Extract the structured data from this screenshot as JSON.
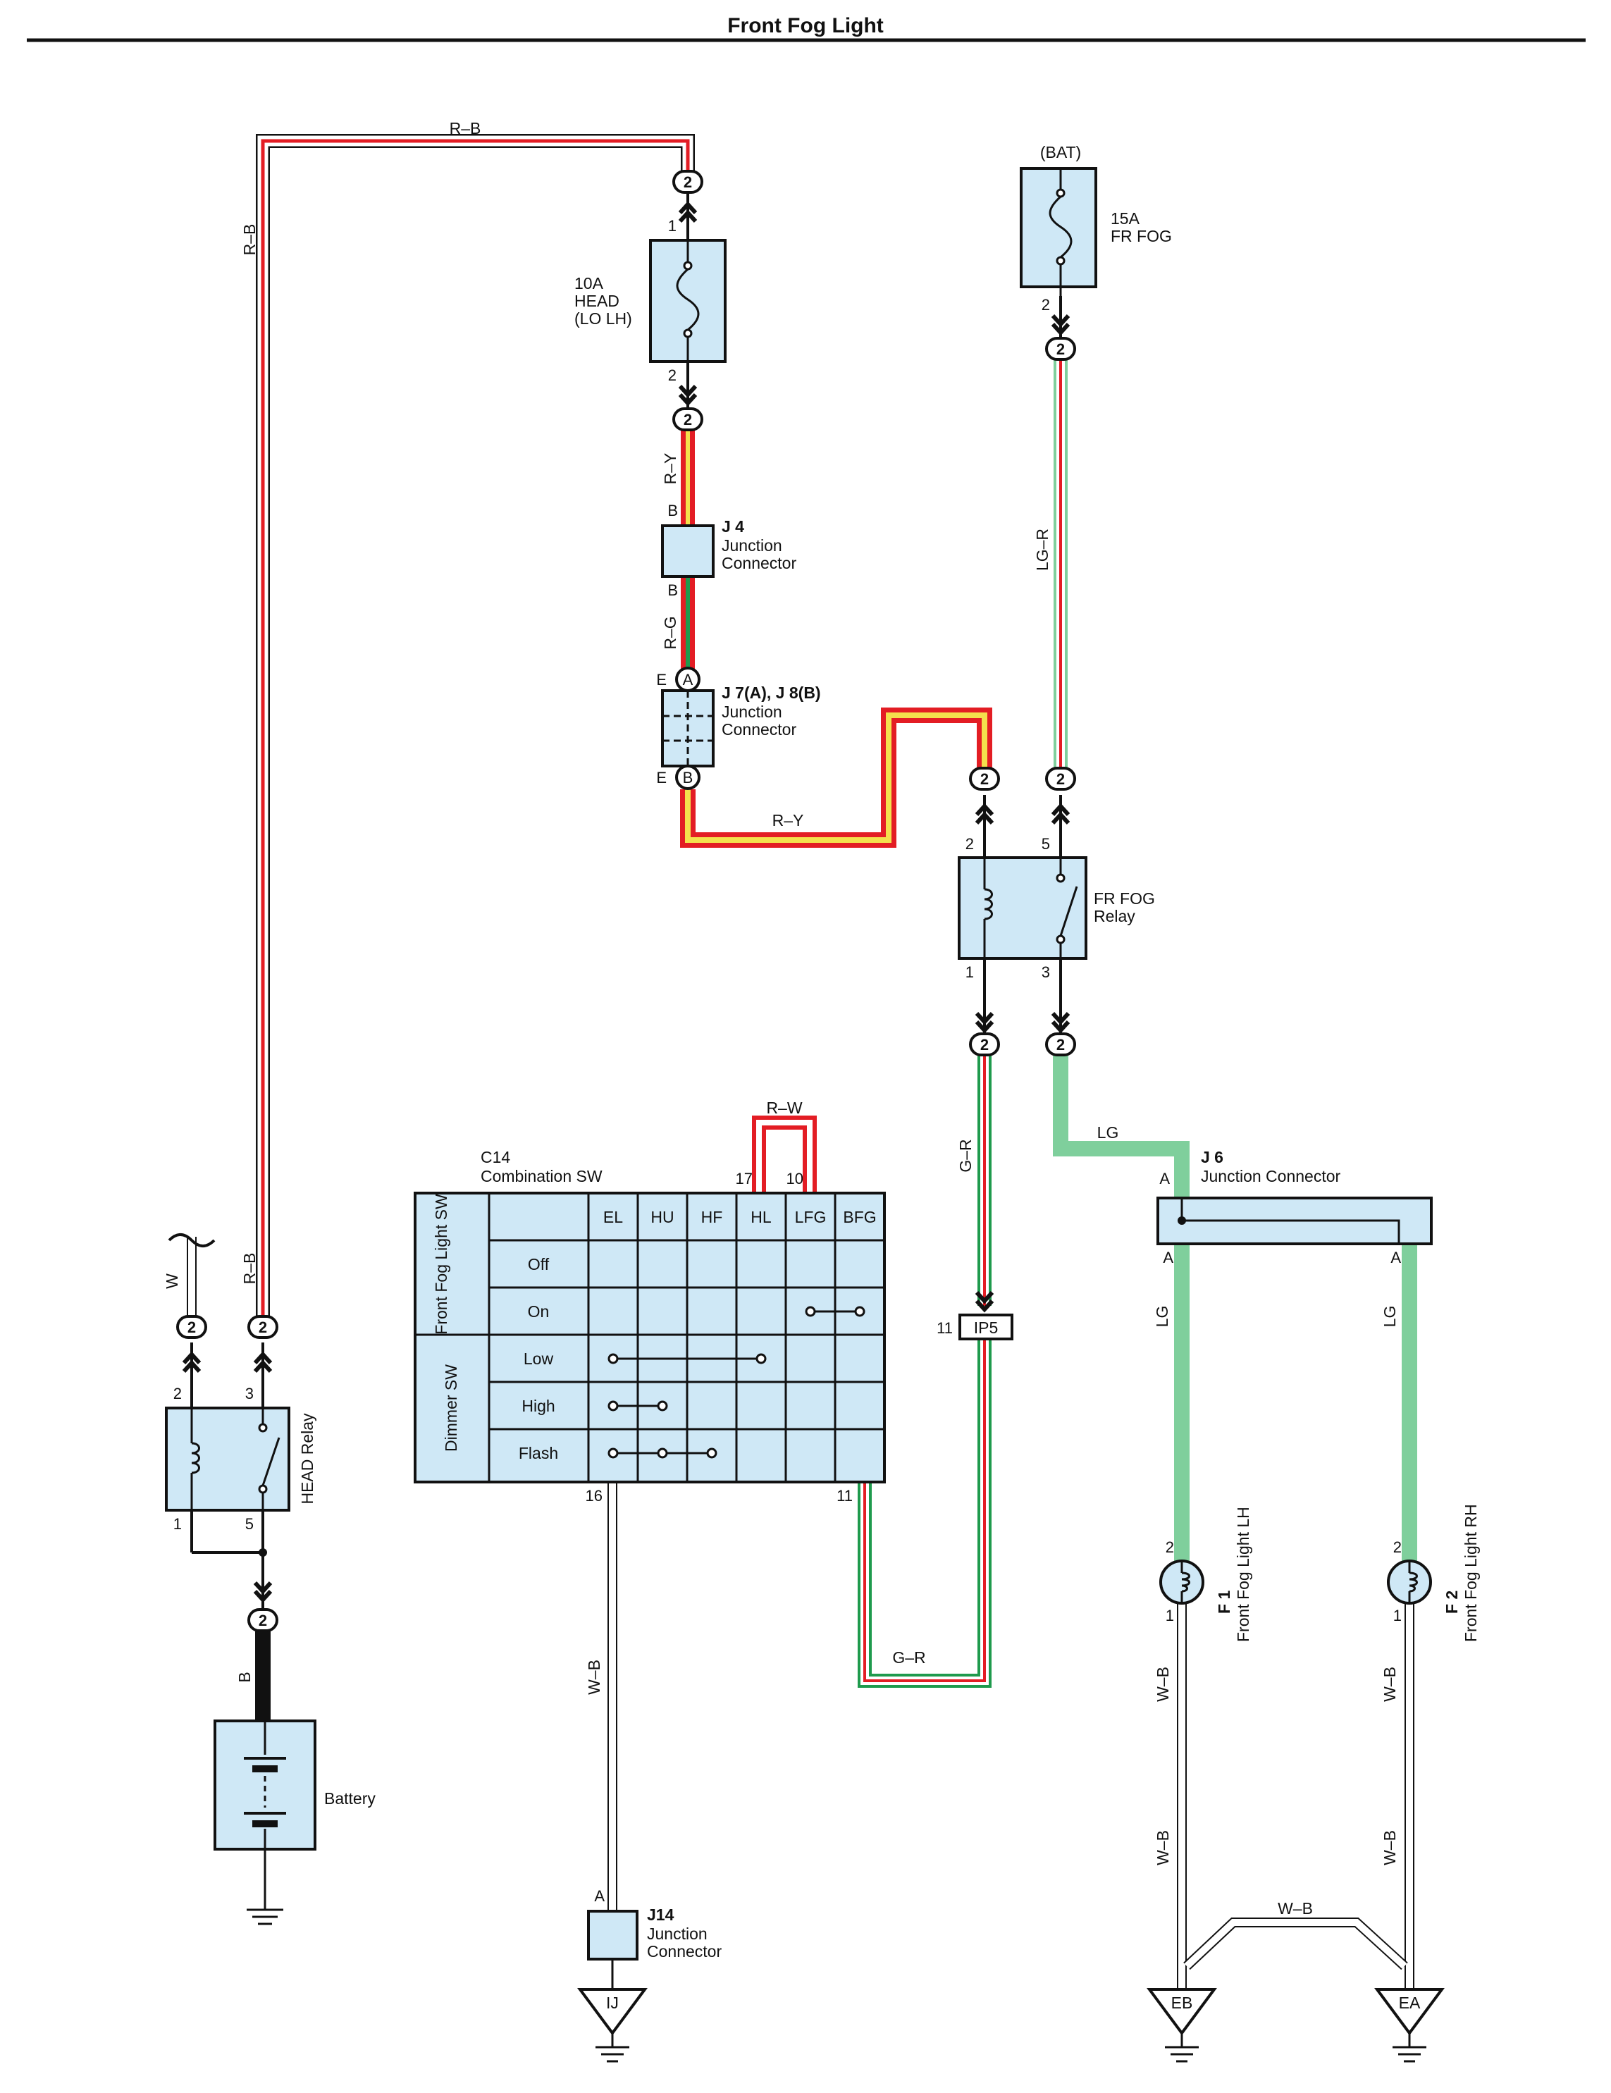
{
  "title": "Front Fog Light",
  "colors": {
    "red": "#e31d24",
    "yellow": "#f4e04d",
    "green_dark": "#1f9a4d",
    "light_green": "#7fcf9c",
    "component_fill": "#cfe8f6",
    "outline": "#111111"
  },
  "wires": {
    "rb_top": "R–B",
    "rb_left": "R–B",
    "rb_low": "R–B",
    "w_low": "W",
    "ry_upper": "R–Y",
    "rg": "R–G",
    "ry_lower": "R–Y",
    "lgr": "LG–R",
    "rw": "R–W",
    "gr_vert": "G–R",
    "gr_bottom": "G–R",
    "lg_top": "LG",
    "lg_left": "LG",
    "lg_right": "LG",
    "b": "B",
    "wb_c14": "W–B",
    "wb_lh1": "W–B",
    "wb_lh2": "W–B",
    "wb_rh1": "W–B",
    "wb_rh2": "W–B",
    "wb_link": "W–B"
  },
  "connectors": {
    "c_head_top": "2",
    "c_head_bot": "2",
    "c_frfog_fuse": "2",
    "c_lgr": "2",
    "c_relay2": "2",
    "c_relay1": "2",
    "c_relay3": "2",
    "c_headrelay2": "2",
    "c_headrelay3": "2",
    "c_battery": "2",
    "ja": "A",
    "jb": "B"
  },
  "pins": {
    "head_in": "1",
    "head_out": "2",
    "frfog_out": "2",
    "j4_top": "B",
    "j4_bot": "B",
    "j7_top": "E",
    "j7_bot": "E",
    "relay_2": "2",
    "relay_5": "5",
    "relay_1": "1",
    "relay_3": "3",
    "c14_17": "17",
    "c14_10": "10",
    "c14_16": "16",
    "c14_11": "11",
    "ip5_pin": "11",
    "hr_2": "2",
    "hr_3": "3",
    "hr_1": "1",
    "hr_5": "5",
    "j6_a_top": "A",
    "j6_a_left": "A",
    "j6_a_right": "A",
    "f1_2": "2",
    "f1_1": "1",
    "f2_2": "2",
    "f2_1": "1",
    "j14_a": "A"
  },
  "components": {
    "head_fuse": {
      "line1": "10A",
      "line2": "HEAD",
      "line3": "(LO LH)"
    },
    "frfog_fuse": {
      "source": "(BAT)",
      "line1": "15A",
      "line2": "FR FOG"
    },
    "j4": {
      "id": "J 4",
      "line1": "Junction",
      "line2": "Connector"
    },
    "j7": {
      "id": "J 7(A), J 8(B)",
      "line1": "Junction",
      "line2": "Connector"
    },
    "frfog_relay": {
      "line1": "FR FOG",
      "line2": "Relay"
    },
    "ip5": "IP5",
    "c14": {
      "id": "C14",
      "name": "Combination SW"
    },
    "j6": {
      "id": "J 6",
      "name": "Junction Connector"
    },
    "head_relay": "HEAD Relay",
    "battery": "Battery",
    "j14": {
      "id": "J14",
      "line1": "Junction",
      "line2": "Connector"
    },
    "f1": {
      "id": "F 1",
      "name": "Front Fog Light LH"
    },
    "f2": {
      "id": "F 2",
      "name": "Front Fog Light RH"
    },
    "grounds": {
      "ij": "IJ",
      "eb": "EB",
      "ea": "EA"
    }
  },
  "switch_table": {
    "columns": [
      "EL",
      "HU",
      "HF",
      "HL",
      "LFG",
      "BFG"
    ],
    "groups": [
      {
        "name": "Front Fog Light SW",
        "rows": [
          "Off",
          "On"
        ]
      },
      {
        "name": "Dimmer SW",
        "rows": [
          "Low",
          "High",
          "Flash"
        ]
      }
    ]
  }
}
